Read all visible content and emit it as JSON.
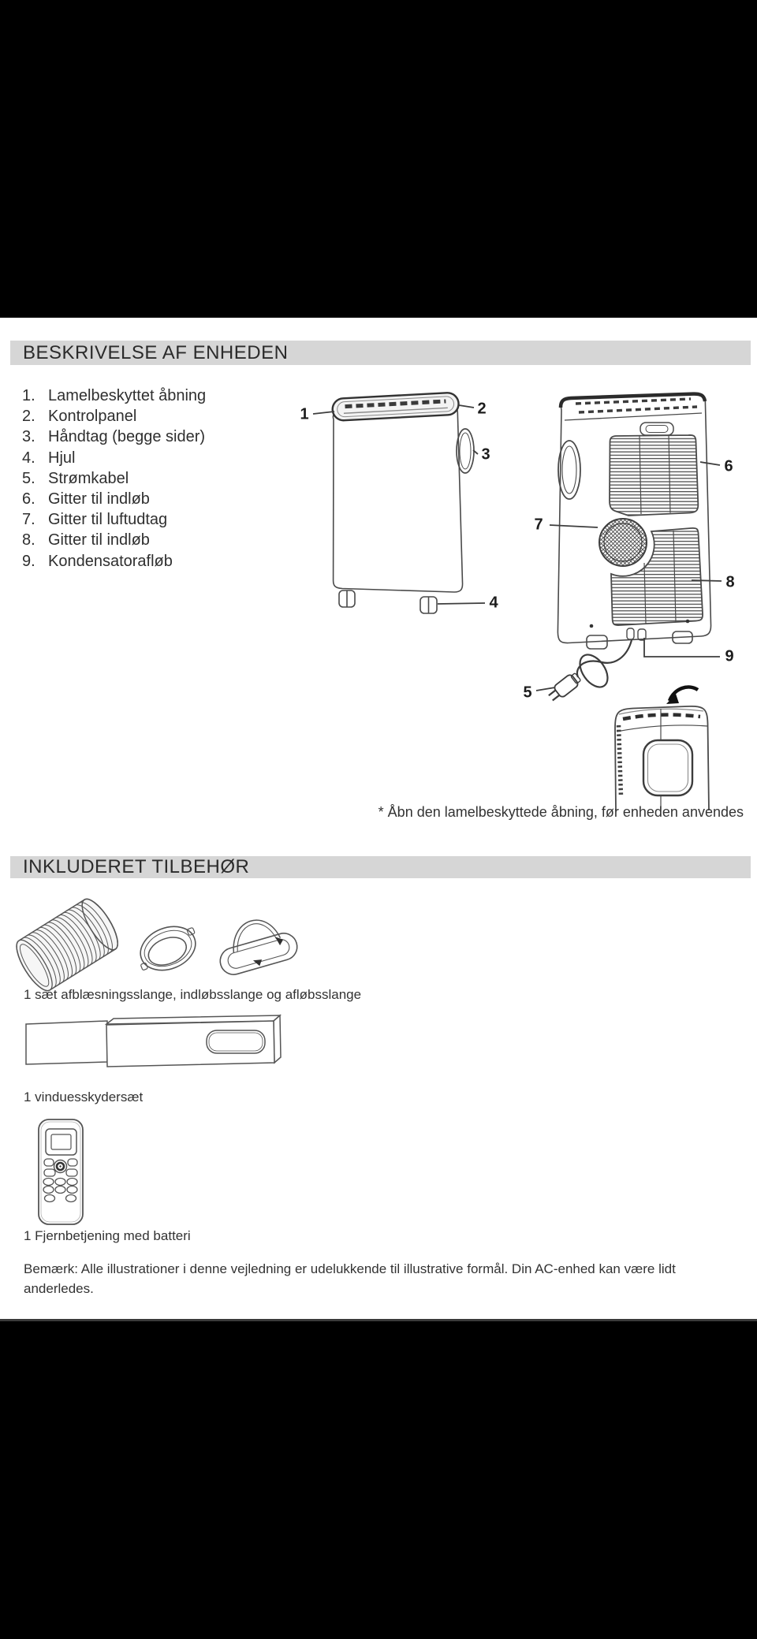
{
  "colors": {
    "page_background": "#000000",
    "content_background": "#ffffff",
    "section_bar": "#d6d6d6",
    "text": "#2e2e2e"
  },
  "description_section": {
    "title": "BESKRIVELSE AF ENHEDEN",
    "parts_list": [
      {
        "num": "1.",
        "label": "Lamelbeskyttet åbning"
      },
      {
        "num": "2.",
        "label": "Kontrolpanel"
      },
      {
        "num": "3.",
        "label": "Håndtag (begge sider)"
      },
      {
        "num": "4.",
        "label": "Hjul"
      },
      {
        "num": "5.",
        "label": "Strømkabel"
      },
      {
        "num": "6.",
        "label": "Gitter til indløb"
      },
      {
        "num": "7.",
        "label": "Gitter til luftudtag"
      },
      {
        "num": "8.",
        "label": "Gitter til indløb"
      },
      {
        "num": "9.",
        "label": "Kondensatorafløb"
      }
    ],
    "callouts": [
      "1",
      "2",
      "3",
      "4",
      "5",
      "6",
      "7",
      "8",
      "9"
    ],
    "footnote": "* Åbn den lamelbeskyttede åbning, før enheden anvendes"
  },
  "accessories_section": {
    "title": "INKLUDERET TILBEHØR",
    "items": [
      {
        "caption": "1 sæt afblæsningsslange, indløbsslange og afløbsslange",
        "icon": "exhaust-inlet-drain-hose-set-illustration"
      },
      {
        "caption": "1 vinduesskydersæt",
        "icon": "window-slider-kit-illustration"
      },
      {
        "caption": "1 Fjernbetjening med batteri",
        "icon": "remote-control-illustration"
      }
    ],
    "note": "Bemærk: Alle illustrationer i denne vejledning er udelukkende til illustrative formål. Din AC-enhed kan være lidt anderledes."
  }
}
